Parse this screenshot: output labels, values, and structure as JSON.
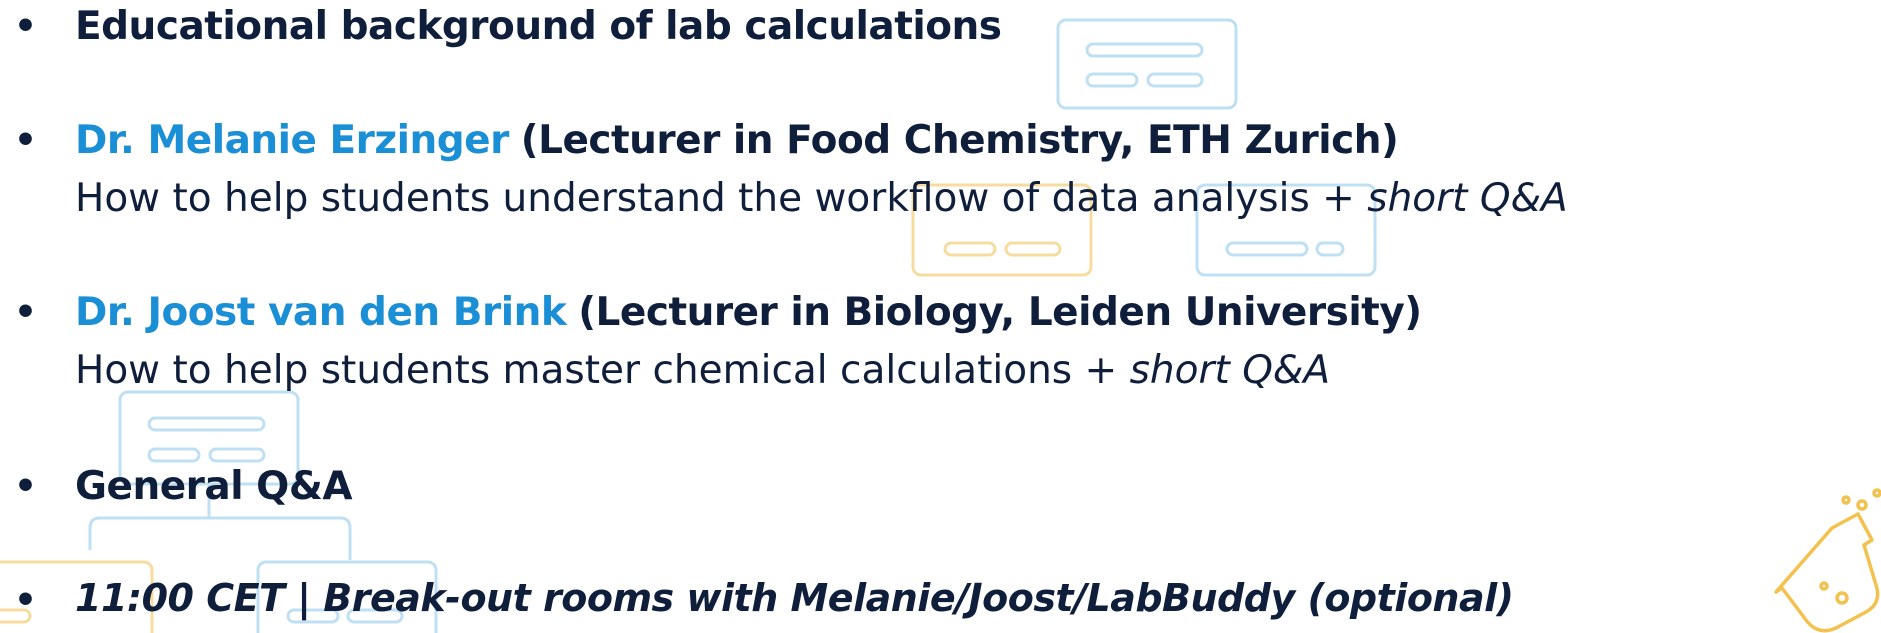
{
  "colors": {
    "text": "#0f1e3a",
    "accent": "#1b8fd6",
    "deco_blue": "#bfe0f3",
    "deco_yellow": "#f7dca0",
    "flask": "#f2c14e"
  },
  "agenda": {
    "bullet_char": "•",
    "item1": {
      "title": "Educational background of lab calculations"
    },
    "item2": {
      "speaker": "Dr. Melanie Erzinger",
      "affiliation": "(Lecturer in Food Chemistry, ETH Zurich)",
      "topic": "How to help students understand the workflow of data analysis",
      "qa_note": "+ short Q&A"
    },
    "item3": {
      "speaker": "Dr. Joost van den Brink",
      "affiliation": "(Lecturer in Biology, Leiden University)",
      "topic": "How to help students master chemical calculations",
      "qa_note": "+ short Q&A"
    },
    "item4": {
      "title": "General Q&A"
    },
    "item5": {
      "title": "11:00 CET | Break-out rooms with Melanie/Joost/LabBuddy (optional)"
    }
  },
  "decor": {
    "flask_icon": "lab-flask-icon",
    "card_icon": "document-card-icon"
  }
}
